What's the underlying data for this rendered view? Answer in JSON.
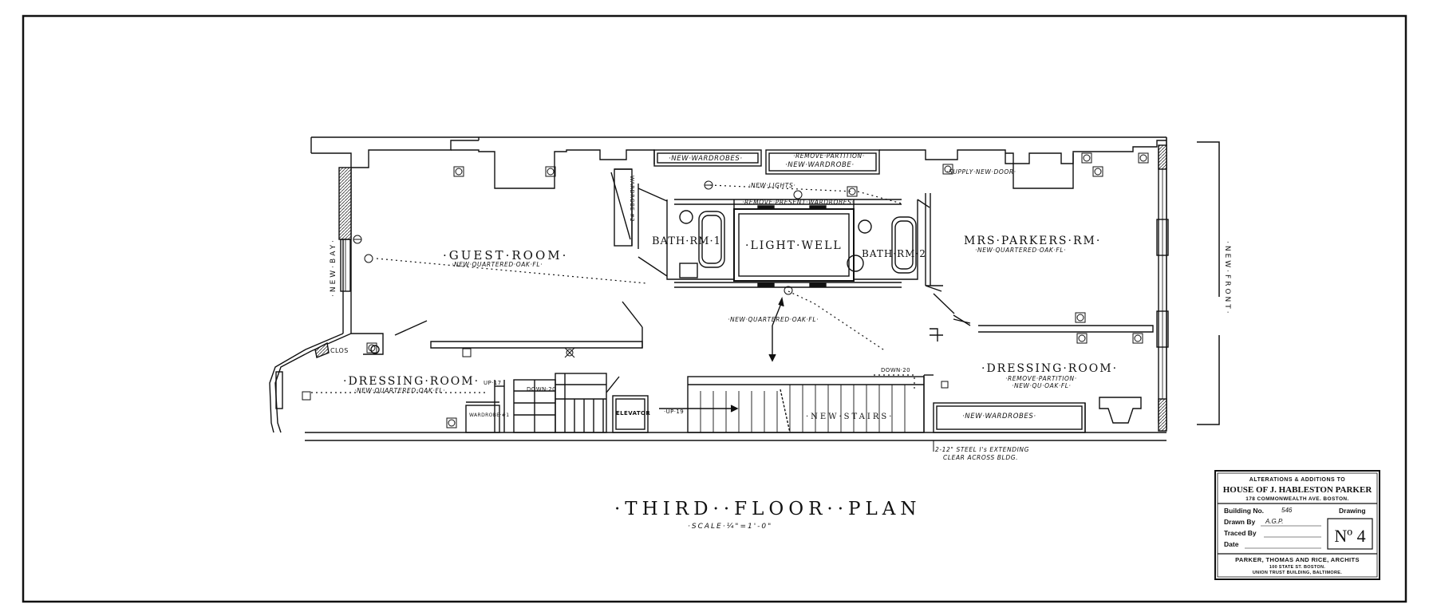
{
  "plan": {
    "rooms": {
      "guest_room": "·GUEST·ROOM·",
      "guest_floor": "·NEW·QUARTERED·OAK·FL·",
      "bath1": "BATH·RM·1",
      "light_well": "·LIGHT·WELL",
      "bath2": "BATH·RM·2",
      "mrs_parkers": "MRS·PARKERS·RM·",
      "mrs_floor": "·NEW·QUARTERED·OAK·FL·",
      "dressing_left": "·DRESSING·ROOM·",
      "dressing_left_floor": "·NEW·QUARTERED·OAK·FL·",
      "dressing_right": "·DRESSING·ROOM·",
      "dressing_right_floor": "·NEW·QU·OAK·FL·",
      "hall_floor": "·NEW·QUARTERED·OAK·FL·"
    },
    "notes": {
      "new_wardrobes_top": "·NEW·WARDROBES·",
      "remove_partition_top": "·REMOVE·PARTITION·",
      "new_wardrobe_top": "·NEW·WARDROBE·",
      "new_lights": "·NEW·LIGHTS·",
      "remove_wardrobes": "·REMOVE·PRESENT·WARDROBES·",
      "wardrobe_2": "WARDROBE·#2",
      "supply_new_door": "·SUPPLY·NEW·DOOR·",
      "new_bay": "·NEW·BAY·",
      "new_front": "·NEW·FRONT·",
      "remove_partition_right": "·REMOVE·PARTITION·",
      "new_wardrobes_bottom": "·NEW·WARDROBES·",
      "wardrobe_1": "WARDROBE·#1",
      "elevator": "ELEVATOR",
      "closet": "CLOS",
      "new_stairs": "·NEW·STAIRS·",
      "up_17": "UP·17",
      "down_20_left": "DOWN·20",
      "up_19": "·UP·19",
      "down_20_right": "DOWN·20",
      "extending_beams_1": "2-12\" STEEL I's EXTENDING",
      "extending_beams_2": "CLEAR ACROSS BLDG."
    },
    "title": "·THIRD··FLOOR··PLAN",
    "scale": "·SCALE·¼\"=1'-0\""
  },
  "title_block": {
    "header": "ALTERATIONS & ADDITIONS TO",
    "house": "HOUSE OF J. HABLESTON PARKER",
    "address": "178 COMMONWEALTH AVE. BOSTON.",
    "building_no_label": "Building No.",
    "building_no": "546",
    "drawing_label": "Drawing",
    "drawn_by_label": "Drawn By",
    "drawn_by": "A.G.P.",
    "traced_by_label": "Traced By",
    "date_label": "Date",
    "number": "Nº 4",
    "firm": "PARKER, THOMAS AND RICE, ARCHITS",
    "firm_address_1": "100 STATE ST. BOSTON.",
    "firm_address_2": "UNION TRUST BUILDING, BALTIMORE."
  },
  "colors": {
    "ink": "#111111",
    "paper": "#ffffff",
    "hatch": "#555555"
  }
}
